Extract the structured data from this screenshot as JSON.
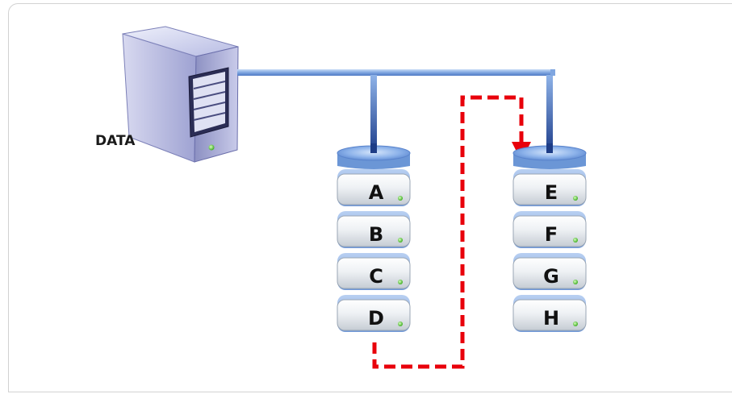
{
  "server": {
    "label": "DATA",
    "icon": "server-tower-icon"
  },
  "arrays": [
    {
      "drives": [
        "A",
        "B",
        "C",
        "D"
      ]
    },
    {
      "drives": [
        "E",
        "F",
        "G",
        "H"
      ]
    }
  ],
  "colors": {
    "connector": "#2d4c9a",
    "connector_light": "#8fb3e8",
    "arrow": "#e8000b",
    "drive_body": "#e9edf1",
    "drive_cap": "#7fa9e6",
    "led": "#5fcf3a"
  },
  "replication_arrow": {
    "from": "D",
    "to": "E",
    "style": "dashed"
  }
}
